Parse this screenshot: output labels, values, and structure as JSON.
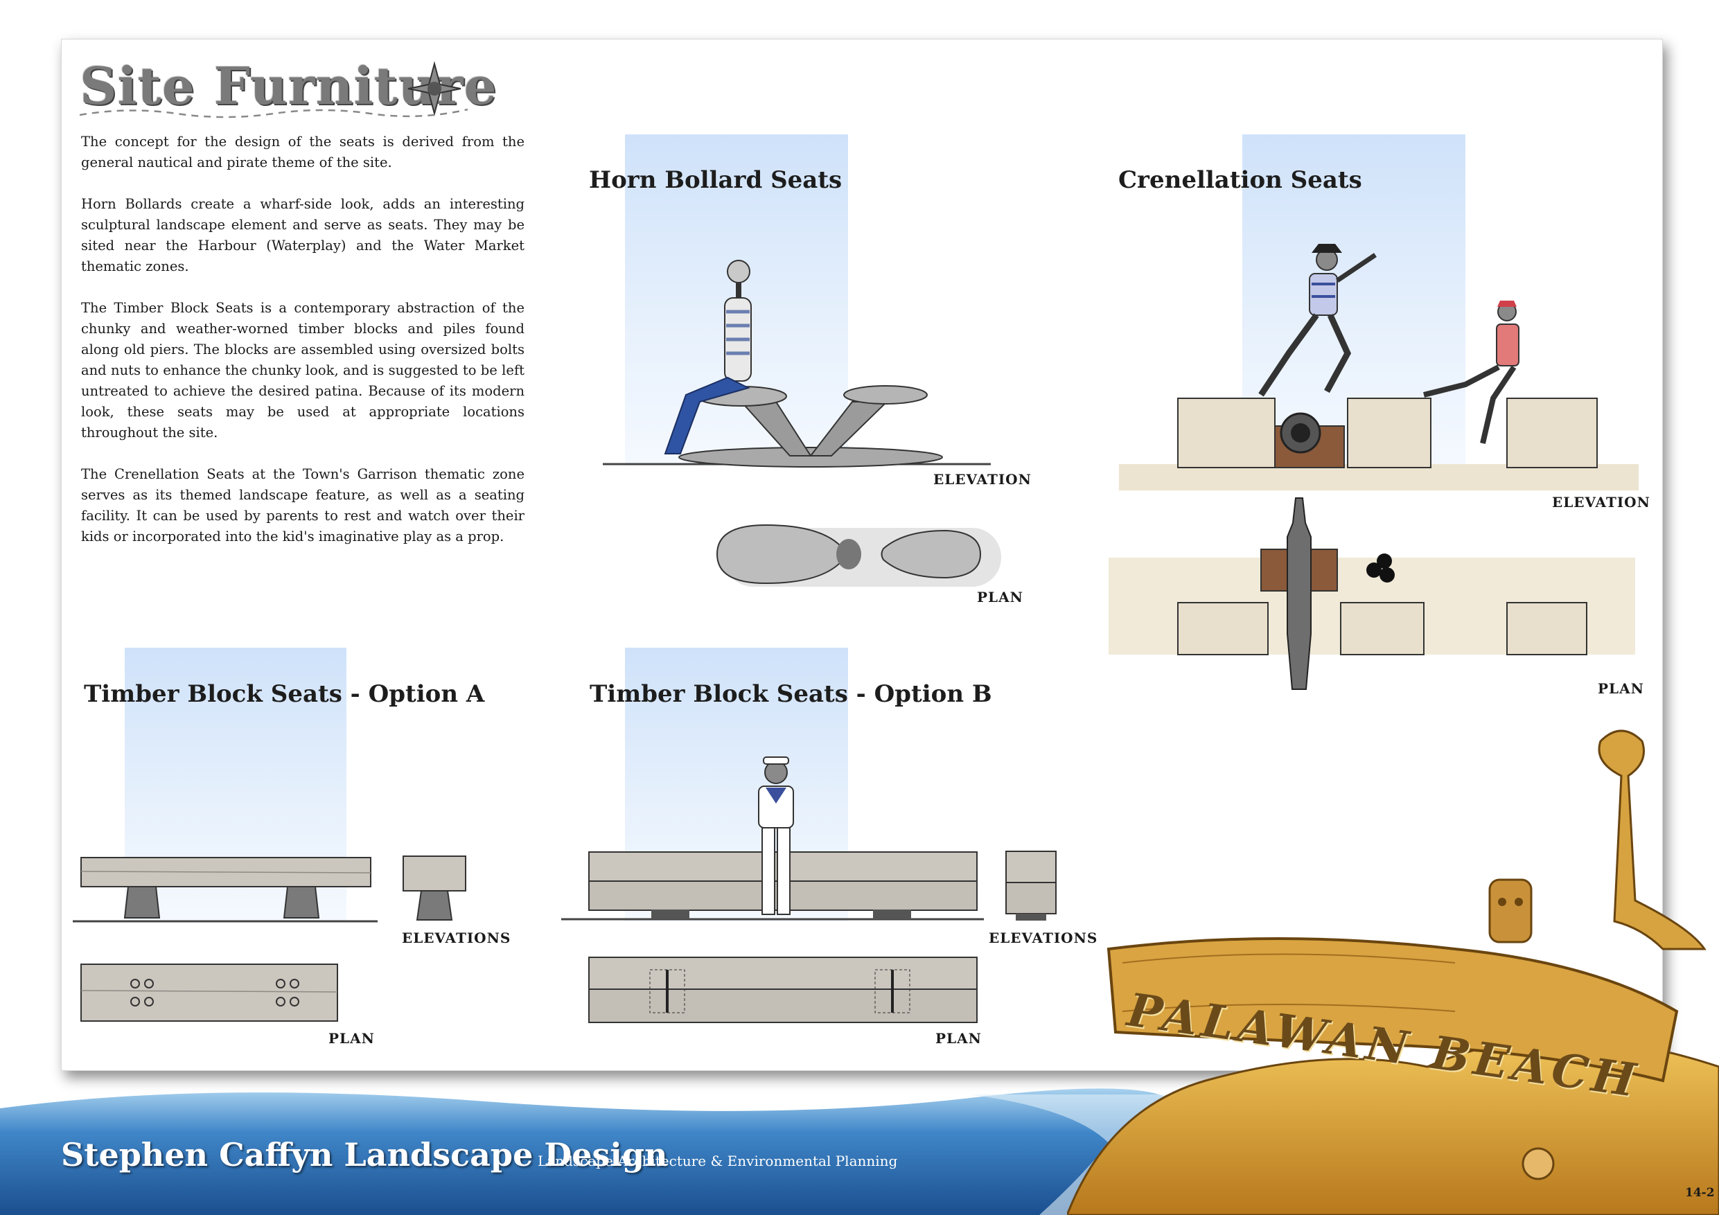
{
  "page": {
    "title": "Site Furniture",
    "intro_paragraphs": [
      "The concept for the design of the seats is derived from the general nautical and pirate theme of the site.",
      "Horn Bollards create a wharf-side look, adds an interesting sculptural landscape element and serve as seats. They may be sited near the Harbour (Waterplay) and the Water Market thematic zones.",
      "The Timber Block Seats is a contemporary abstraction of the chunky and weather-worned timber blocks and piles found along old piers. The blocks are assembled using oversized bolts and nuts to enhance the chunky look, and is suggested to be left untreated to achieve the desired patina. Because of its modern look, these seats may be used at appropriate locations throughout the site.",
      "The Crenellation Seats at the Town's Garrison thematic zone serves as its themed landscape feature, as well as a seating facility. It can be used by parents to rest and watch over their kids or incorporated into the kid's imaginative play as a prop."
    ]
  },
  "sections": {
    "horn": {
      "heading": "Horn Bollard Seats",
      "elevation": "ELEVATION",
      "plan": "PLAN"
    },
    "crenellation": {
      "heading": "Crenellation Seats",
      "elevation": "ELEVATION",
      "plan": "PLAN"
    },
    "timber_a": {
      "heading": "Timber Block Seats - Option A",
      "elevations": "ELEVATIONS",
      "plan": "PLAN"
    },
    "timber_b": {
      "heading": "Timber Block Seats - Option B",
      "elevations": "ELEVATIONS",
      "plan": "PLAN"
    }
  },
  "footer": {
    "company": "Stephen Caffyn Landscape Design",
    "tagline": "Landscape Architecture & Environmental Planning",
    "page_number": "14-2",
    "brand": "PALAWAN BEACH"
  },
  "colors": {
    "sky": "#cfe2fa",
    "sea": "#2f6fb3",
    "sand": "#d9a441",
    "stone": "#e8e0cc",
    "timber": "#c9c4bd"
  }
}
